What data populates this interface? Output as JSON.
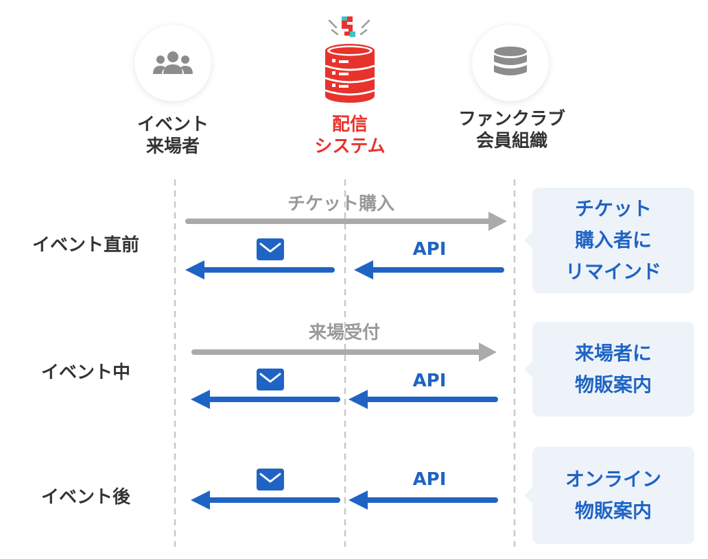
{
  "actors": {
    "attendee": {
      "lines": [
        "イベント",
        "来場者"
      ],
      "icon": "people-icon"
    },
    "system": {
      "lines": [
        "配信",
        "システム"
      ],
      "icon": "database-icon",
      "color": "#e8332c"
    },
    "fanclub": {
      "lines": [
        "ファンクラブ",
        "会員組織"
      ],
      "icon": "database-icon"
    }
  },
  "rows": [
    {
      "label": "イベント直前",
      "gray_flow": "チケット購入",
      "api_label": "API",
      "mail_icon": "mail-icon",
      "callout": [
        "チケット",
        "購入者に",
        "リマインド"
      ]
    },
    {
      "label": "イベント中",
      "gray_flow": "来場受付",
      "api_label": "API",
      "mail_icon": "mail-icon",
      "callout": [
        "来場者に",
        "物販案内"
      ]
    },
    {
      "label": "イベント後",
      "api_label": "API",
      "mail_icon": "mail-icon",
      "callout": [
        "オンライン",
        "物販案内"
      ]
    }
  ],
  "colors": {
    "accent_blue": "#1f64c4",
    "accent_red": "#e8332c",
    "gray_arrow": "#aaaaaa",
    "callout_bg": "#eef3fa"
  }
}
